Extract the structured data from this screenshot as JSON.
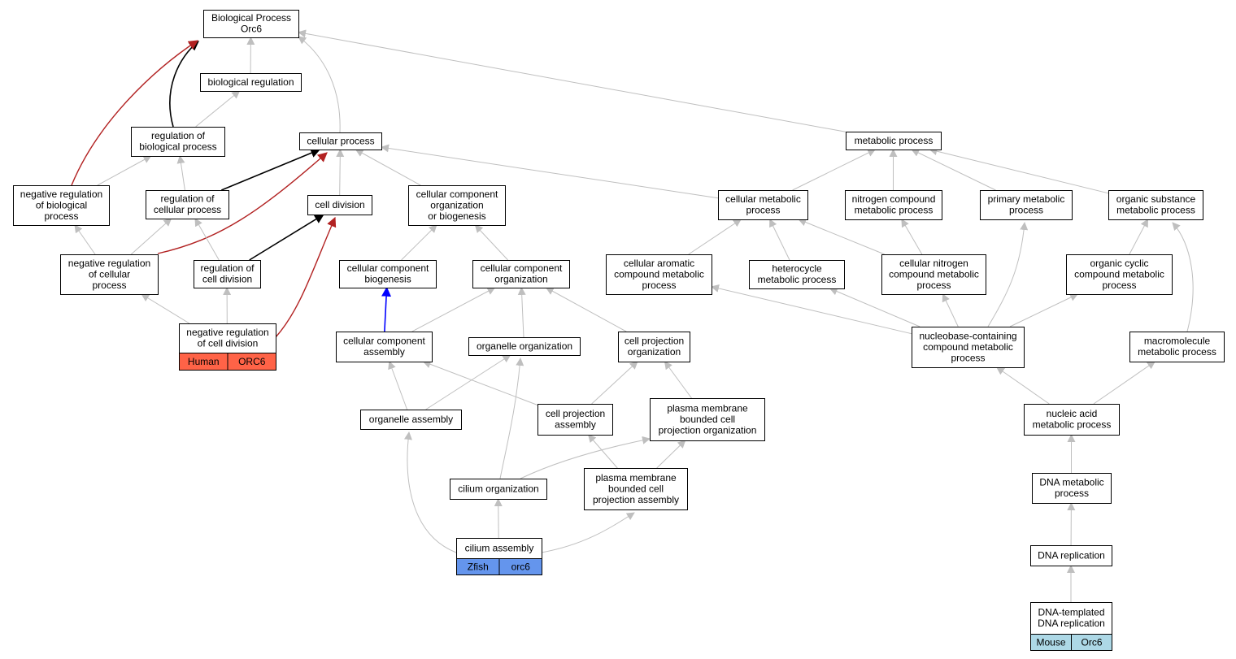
{
  "colors": {
    "edge_default": "#bfbfbf",
    "edge_black": "#000000",
    "edge_red": "#b22222",
    "edge_blue": "#0000ff",
    "human": "#ff6347",
    "zfish": "#6495ed",
    "mouse": "#add8e6"
  },
  "nodes": [
    {
      "id": "root",
      "lines": [
        "Biological Process",
        "Orc6"
      ]
    },
    {
      "id": "bioreg",
      "lines": [
        "biological regulation"
      ]
    },
    {
      "id": "regbio",
      "lines": [
        "regulation of",
        "biological process"
      ]
    },
    {
      "id": "negregbio",
      "lines": [
        "negative regulation",
        "of biological",
        "process"
      ]
    },
    {
      "id": "regcell",
      "lines": [
        "regulation of",
        "cellular process"
      ]
    },
    {
      "id": "negregcell",
      "lines": [
        "negative regulation",
        "of cellular",
        "process"
      ]
    },
    {
      "id": "regdiv",
      "lines": [
        "regulation of",
        "cell division"
      ]
    },
    {
      "id": "negregdiv",
      "lines": [
        "negative regulation",
        "of cell division"
      ],
      "tags": [
        {
          "label": "Human",
          "color": "human"
        },
        {
          "label": "ORC6",
          "color": "human"
        }
      ]
    },
    {
      "id": "cellproc",
      "lines": [
        "cellular process"
      ]
    },
    {
      "id": "celldiv",
      "lines": [
        "cell division"
      ]
    },
    {
      "id": "ccob",
      "lines": [
        "cellular component",
        "organization",
        "or biogenesis"
      ]
    },
    {
      "id": "ccbio",
      "lines": [
        "cellular component",
        "biogenesis"
      ]
    },
    {
      "id": "ccorg",
      "lines": [
        "cellular component",
        "organization"
      ]
    },
    {
      "id": "ccasm",
      "lines": [
        "cellular component",
        "assembly"
      ]
    },
    {
      "id": "orgorg",
      "lines": [
        "organelle organization"
      ]
    },
    {
      "id": "cpo",
      "lines": [
        "cell projection",
        "organization"
      ]
    },
    {
      "id": "orgasm",
      "lines": [
        "organelle assembly"
      ]
    },
    {
      "id": "cpa",
      "lines": [
        "cell projection",
        "assembly"
      ]
    },
    {
      "id": "pmbcpo",
      "lines": [
        "plasma membrane",
        "bounded cell",
        "projection organization"
      ]
    },
    {
      "id": "cilorg",
      "lines": [
        "cilium organization"
      ]
    },
    {
      "id": "pmbcpa",
      "lines": [
        "plasma membrane",
        "bounded cell",
        "projection assembly"
      ]
    },
    {
      "id": "cilasm",
      "lines": [
        "cilium assembly"
      ],
      "tags": [
        {
          "label": "Zfish",
          "color": "zfish"
        },
        {
          "label": "orc6",
          "color": "zfish"
        }
      ]
    },
    {
      "id": "metab",
      "lines": [
        "metabolic process"
      ]
    },
    {
      "id": "cellmet",
      "lines": [
        "cellular metabolic",
        "process"
      ]
    },
    {
      "id": "nitro",
      "lines": [
        "nitrogen compound",
        "metabolic process"
      ]
    },
    {
      "id": "primary",
      "lines": [
        "primary metabolic",
        "process"
      ]
    },
    {
      "id": "orgsub",
      "lines": [
        "organic substance",
        "metabolic process"
      ]
    },
    {
      "id": "cellarom",
      "lines": [
        "cellular aromatic",
        "compound metabolic",
        "process"
      ]
    },
    {
      "id": "hetero",
      "lines": [
        "heterocycle",
        "metabolic process"
      ]
    },
    {
      "id": "cellnitro",
      "lines": [
        "cellular nitrogen",
        "compound metabolic",
        "process"
      ]
    },
    {
      "id": "orgcyc",
      "lines": [
        "organic cyclic",
        "compound metabolic",
        "process"
      ]
    },
    {
      "id": "nucleobase",
      "lines": [
        "nucleobase-containing",
        "compound metabolic",
        "process"
      ]
    },
    {
      "id": "macro",
      "lines": [
        "macromolecule",
        "metabolic process"
      ]
    },
    {
      "id": "nucacid",
      "lines": [
        "nucleic acid",
        "metabolic process"
      ]
    },
    {
      "id": "dnamet",
      "lines": [
        "DNA metabolic",
        "process"
      ]
    },
    {
      "id": "dnarep",
      "lines": [
        "DNA replication"
      ]
    },
    {
      "id": "dnatemp",
      "lines": [
        "DNA-templated",
        "DNA replication"
      ],
      "tags": [
        {
          "label": "Mouse",
          "color": "mouse"
        },
        {
          "label": "Orc6",
          "color": "mouse"
        }
      ]
    }
  ],
  "edges": [
    {
      "from": "bioreg",
      "to": "root"
    },
    {
      "from": "regbio",
      "to": "bioreg"
    },
    {
      "from": "regbio",
      "to": "root",
      "style": "black"
    },
    {
      "from": "negregbio",
      "to": "root",
      "style": "red"
    },
    {
      "from": "negregbio",
      "to": "regbio"
    },
    {
      "from": "regcell",
      "to": "regbio"
    },
    {
      "from": "regcell",
      "to": "cellproc",
      "style": "black"
    },
    {
      "from": "negregcell",
      "to": "negregbio"
    },
    {
      "from": "negregcell",
      "to": "regcell"
    },
    {
      "from": "negregcell",
      "to": "cellproc",
      "style": "red"
    },
    {
      "from": "regdiv",
      "to": "regcell"
    },
    {
      "from": "regdiv",
      "to": "celldiv",
      "style": "black"
    },
    {
      "from": "negregdiv",
      "to": "negregcell"
    },
    {
      "from": "negregdiv",
      "to": "regdiv"
    },
    {
      "from": "negregdiv",
      "to": "celldiv",
      "style": "red"
    },
    {
      "from": "cellproc",
      "to": "root"
    },
    {
      "from": "celldiv",
      "to": "cellproc"
    },
    {
      "from": "ccob",
      "to": "cellproc"
    },
    {
      "from": "ccbio",
      "to": "ccob"
    },
    {
      "from": "ccorg",
      "to": "ccob"
    },
    {
      "from": "ccasm",
      "to": "ccbio",
      "style": "blue"
    },
    {
      "from": "ccasm",
      "to": "ccorg"
    },
    {
      "from": "orgorg",
      "to": "ccorg"
    },
    {
      "from": "cpo",
      "to": "ccorg"
    },
    {
      "from": "orgasm",
      "to": "ccasm"
    },
    {
      "from": "orgasm",
      "to": "orgorg"
    },
    {
      "from": "cpa",
      "to": "ccasm"
    },
    {
      "from": "cpa",
      "to": "cpo"
    },
    {
      "from": "pmbcpo",
      "to": "cpo"
    },
    {
      "from": "cilorg",
      "to": "orgorg"
    },
    {
      "from": "cilorg",
      "to": "pmbcpo"
    },
    {
      "from": "pmbcpa",
      "to": "cpa"
    },
    {
      "from": "pmbcpa",
      "to": "pmbcpo"
    },
    {
      "from": "cilasm",
      "to": "orgasm"
    },
    {
      "from": "cilasm",
      "to": "cilorg"
    },
    {
      "from": "cilasm",
      "to": "pmbcpa"
    },
    {
      "from": "metab",
      "to": "root"
    },
    {
      "from": "cellmet",
      "to": "metab"
    },
    {
      "from": "cellmet",
      "to": "cellproc"
    },
    {
      "from": "nitro",
      "to": "metab"
    },
    {
      "from": "primary",
      "to": "metab"
    },
    {
      "from": "orgsub",
      "to": "metab"
    },
    {
      "from": "cellarom",
      "to": "cellmet"
    },
    {
      "from": "hetero",
      "to": "cellmet"
    },
    {
      "from": "cellnitro",
      "to": "cellmet"
    },
    {
      "from": "cellnitro",
      "to": "nitro"
    },
    {
      "from": "orgcyc",
      "to": "orgsub"
    },
    {
      "from": "nucleobase",
      "to": "cellarom"
    },
    {
      "from": "nucleobase",
      "to": "hetero"
    },
    {
      "from": "nucleobase",
      "to": "cellnitro"
    },
    {
      "from": "nucleobase",
      "to": "primary"
    },
    {
      "from": "nucleobase",
      "to": "orgcyc"
    },
    {
      "from": "macro",
      "to": "orgsub"
    },
    {
      "from": "nucacid",
      "to": "nucleobase"
    },
    {
      "from": "nucacid",
      "to": "macro"
    },
    {
      "from": "dnamet",
      "to": "nucacid"
    },
    {
      "from": "dnarep",
      "to": "dnamet"
    },
    {
      "from": "dnatemp",
      "to": "dnarep"
    }
  ]
}
